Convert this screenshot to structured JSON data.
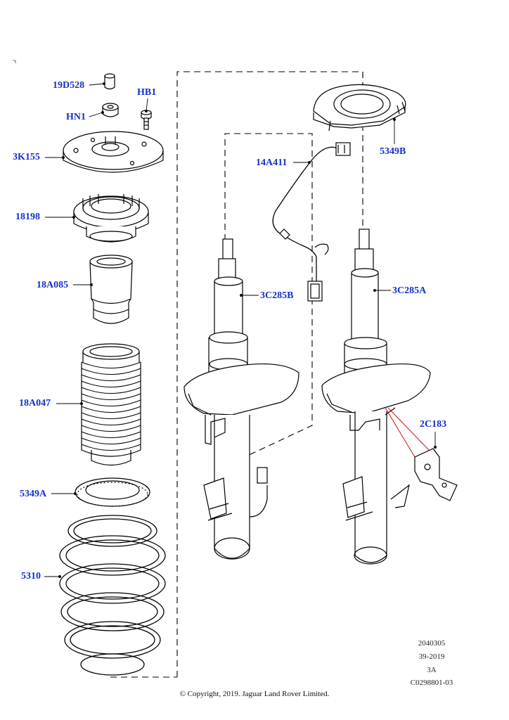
{
  "callouts": {
    "c_19D528": "19D528",
    "c_HB1": "HB1",
    "c_HN1": "HN1",
    "c_3K155": "3K155",
    "c_18198": "18198",
    "c_18A085": "18A085",
    "c_18A047": "18A047",
    "c_5349A": "5349A",
    "c_5310": "5310",
    "c_14A411": "14A411",
    "c_5349B": "5349B",
    "c_3C285B": "3C285B",
    "c_3C285A": "3C285A",
    "c_2C183": "2C183"
  },
  "footer": {
    "ref1": "2040305",
    "ref2": "39-2019",
    "ref3": "3A",
    "ref4": "C0298801-03",
    "copyright": "© Copyright, 2019. Jaguar Land Rover Limited."
  },
  "colors": {
    "callout": "#1530c9",
    "line": "#000000",
    "highlight": "#d01010"
  }
}
